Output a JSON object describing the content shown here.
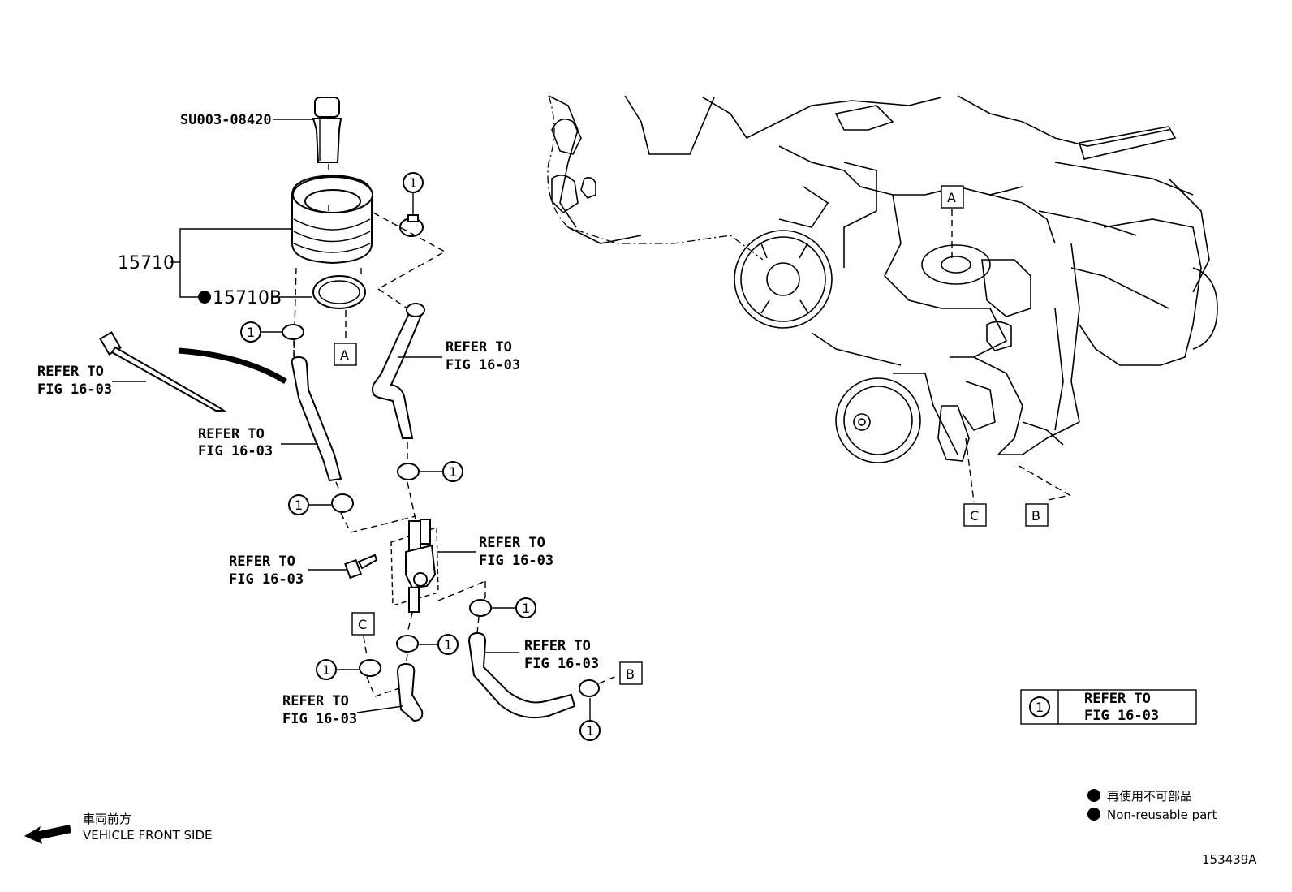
{
  "parts": {
    "hose_part_no": "SU003-08420",
    "assembly_no": "15710",
    "gasket_no": "15710B",
    "nonreuse_mark": "●"
  },
  "refer_labels": [
    {
      "line1": "REFER TO",
      "line2": "FIG 16-03"
    },
    {
      "line1": "REFER TO",
      "line2": "FIG 16-03"
    },
    {
      "line1": "REFER TO",
      "line2": "FIG 16-03"
    },
    {
      "line1": "REFER TO",
      "line2": "FIG 16-03"
    },
    {
      "line1": "REFER TO",
      "line2": "FIG 16-03"
    },
    {
      "line1": "REFER TO",
      "line2": "FIG 16-03"
    },
    {
      "line1": "REFER TO",
      "line2": "FIG 16-03"
    }
  ],
  "callout_number": "1",
  "refs": {
    "a": "A",
    "b": "B",
    "c": "C"
  },
  "legend_box": {
    "number": "1",
    "line1": "REFER TO",
    "line2": "FIG 16-03"
  },
  "notes": {
    "jp": "再使用不可部品",
    "en": "Non-reusable part"
  },
  "front": {
    "jp": "車両前方",
    "en": "VEHICLE FRONT SIDE"
  },
  "figure_id": "153439A"
}
